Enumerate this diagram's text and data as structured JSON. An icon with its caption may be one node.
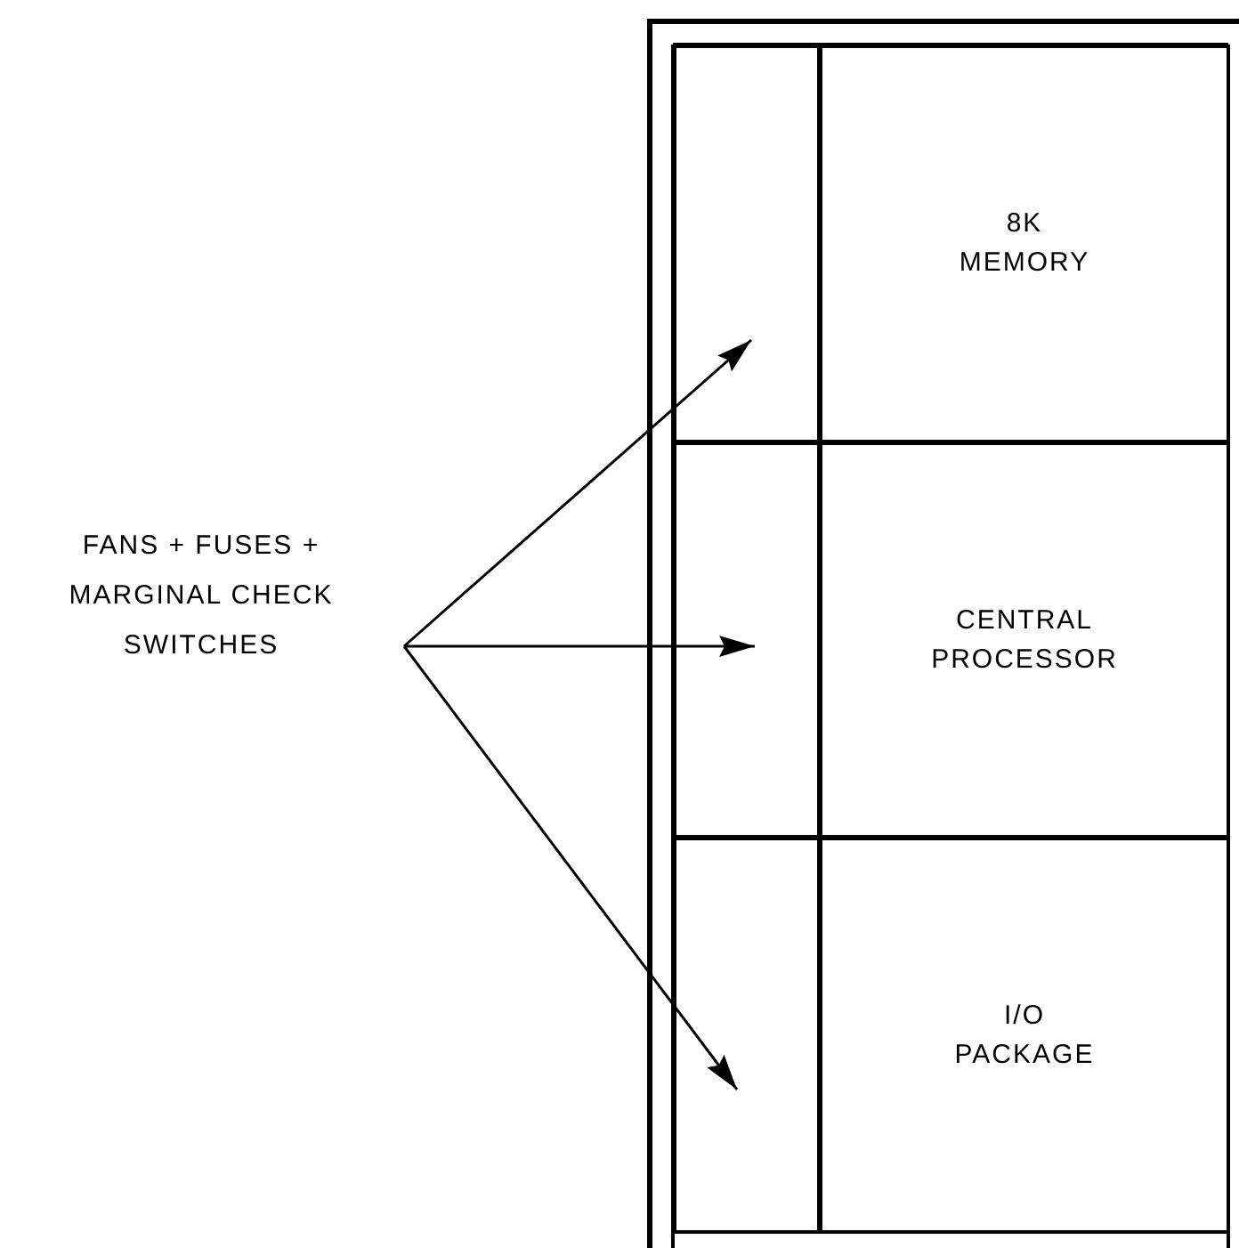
{
  "diagram": {
    "nodes": [
      {
        "text": [
          "FANS + FUSES + MARGINAL CHECK SWITCHES"
        ]
      },
      {
        "text": [],
        "shape": "box"
      },
      {
        "text": [
          "8K MEMORY"
        ]
      },
      {
        "text": [],
        "shape": "box"
      },
      {
        "text": [
          "CENTRAL PROCESSOR"
        ]
      },
      {
        "text": [],
        "shape": "box"
      },
      {
        "text": [
          "I/O PACKAGE"
        ]
      }
    ],
    "edges": [
      {
        "from": 0,
        "to": 1,
        "arrow": "to"
      },
      {
        "from": 0,
        "to": 3,
        "arrow": "to"
      },
      {
        "from": 0,
        "to": 5,
        "arrow": "to"
      }
    ]
  }
}
